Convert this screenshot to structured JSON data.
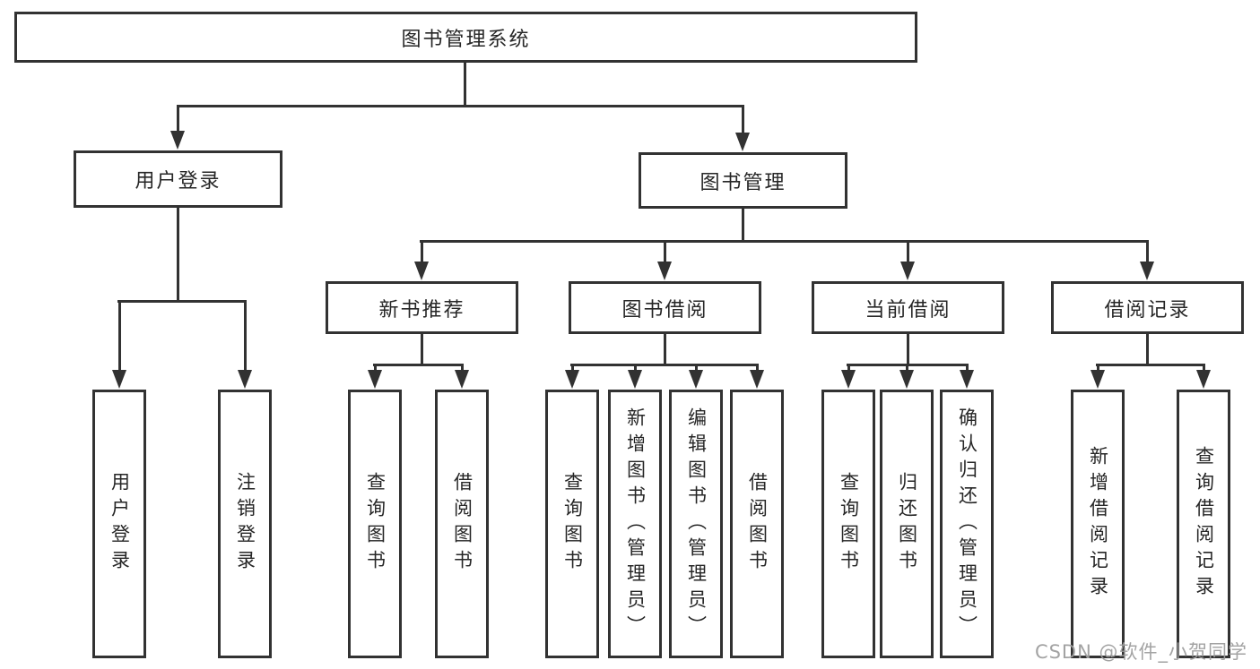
{
  "diagram": {
    "title": "图书管理系统",
    "root": {
      "label": "图书管理系统"
    },
    "level2": [
      {
        "id": "user-login",
        "label": "用户登录"
      },
      {
        "id": "book-management",
        "label": "图书管理"
      }
    ],
    "level3": [
      {
        "id": "new-book-recommendation",
        "label": "新书推荐",
        "parent": "book-management"
      },
      {
        "id": "book-borrowing",
        "label": "图书借阅",
        "parent": "book-management"
      },
      {
        "id": "current-borrowing",
        "label": "当前借阅",
        "parent": "book-management"
      },
      {
        "id": "borrowing-records",
        "label": "借阅记录",
        "parent": "book-management"
      }
    ],
    "leaves": [
      {
        "label": "用户登录",
        "parent": "user-login"
      },
      {
        "label": "注销登录",
        "parent": "user-login"
      },
      {
        "label": "查询图书",
        "parent": "new-book-recommendation"
      },
      {
        "label": "借阅图书",
        "parent": "new-book-recommendation"
      },
      {
        "label": "查询图书",
        "parent": "book-borrowing"
      },
      {
        "label": "新增图书（管理员）",
        "parent": "book-borrowing"
      },
      {
        "label": "编辑图书（管理员）",
        "parent": "book-borrowing"
      },
      {
        "label": "借阅图书",
        "parent": "book-borrowing"
      },
      {
        "label": "查询图书",
        "parent": "current-borrowing"
      },
      {
        "label": "归还图书",
        "parent": "current-borrowing"
      },
      {
        "label": "确认归还（管理员）",
        "parent": "current-borrowing"
      },
      {
        "label": "新增借阅记录",
        "parent": "borrowing-records"
      },
      {
        "label": "查询借阅记录",
        "parent": "borrowing-records"
      }
    ],
    "colors": {
      "line": "#323232",
      "text": "#262626",
      "background": "#ffffff"
    }
  },
  "watermark": {
    "text": "CSDN @软件_小贺同学",
    "color": "#9e9e9e"
  }
}
